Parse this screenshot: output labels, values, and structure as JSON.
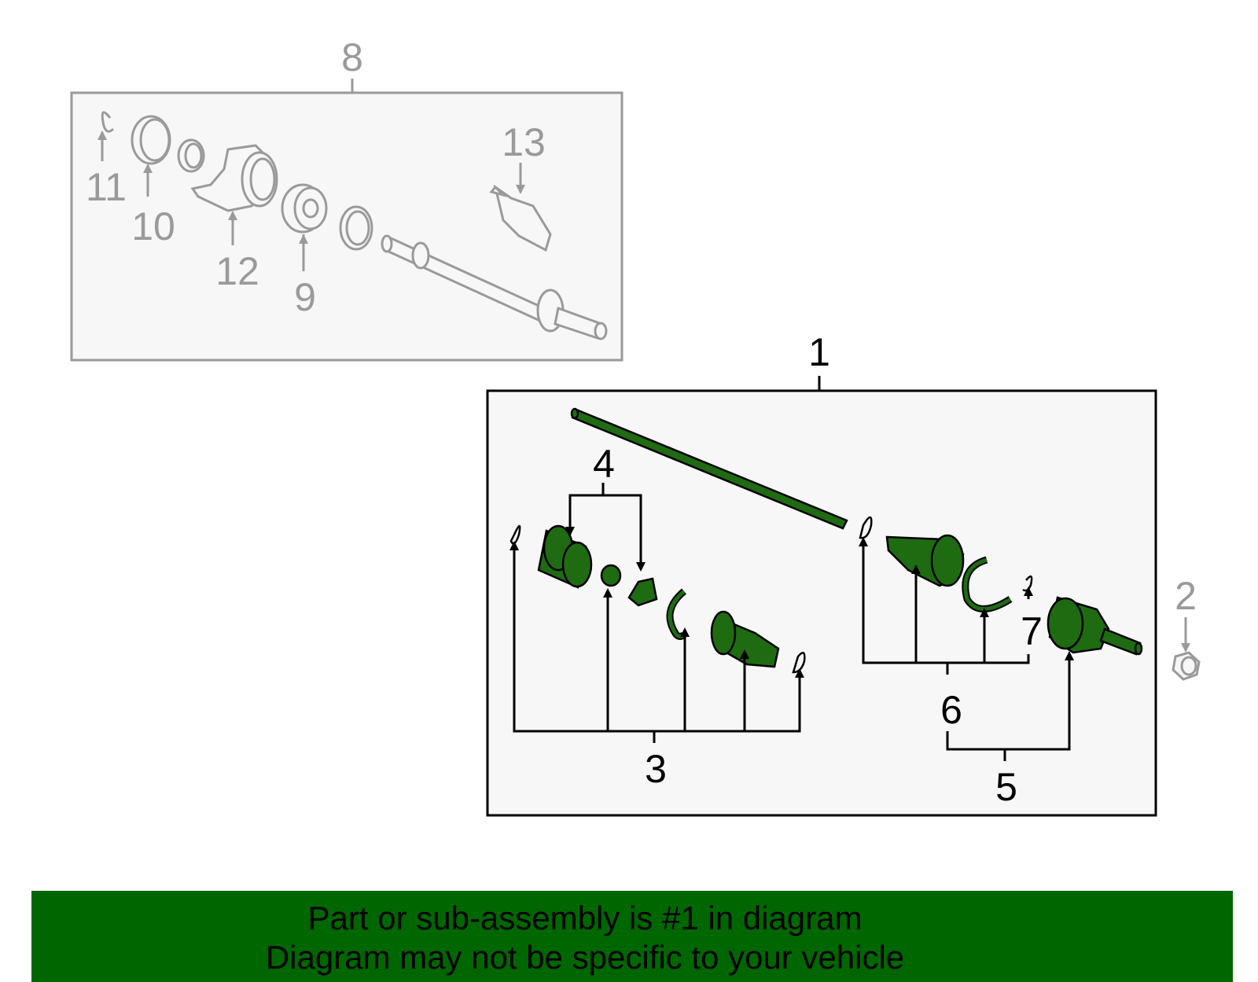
{
  "callouts": {
    "c1": "1",
    "c2": "2",
    "c3": "3",
    "c4": "4",
    "c5": "5",
    "c6": "6",
    "c7": "7",
    "c8": "8",
    "c9": "9",
    "c10": "10",
    "c11": "11",
    "c12": "12",
    "c13": "13"
  },
  "banner": {
    "line1": "Part or sub-assembly is #1 in diagram",
    "line2": "Diagram may not be specific to your vehicle"
  },
  "colors": {
    "highlight": "#006600",
    "part_fill": "#1f6b12",
    "muted": "#9a9a9a",
    "box_fill": "#f7f7f7"
  }
}
